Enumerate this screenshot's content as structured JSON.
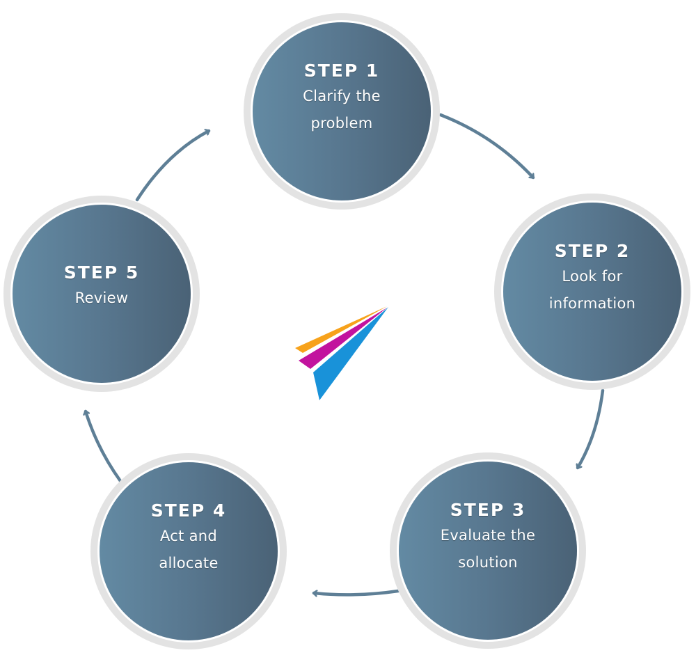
{
  "diagram": {
    "type": "cycle",
    "colors": {
      "circle_fill_start": "#638aa3",
      "circle_fill_end": "#4a6276",
      "ring": "#e3e3e3",
      "arrow": "#5e7f96",
      "text": "#ffffff",
      "logo_orange": "#f7a21b",
      "logo_magenta": "#c2139e",
      "logo_blue": "#1992d9"
    },
    "steps": [
      {
        "title": "STEP 1",
        "line1": "Clarify the",
        "line2": "problem"
      },
      {
        "title": "STEP 2",
        "line1": "Look for",
        "line2": "information"
      },
      {
        "title": "STEP 3",
        "line1": "Evaluate the",
        "line2": "solution"
      },
      {
        "title": "STEP 4",
        "line1": "Act and",
        "line2": "allocate"
      },
      {
        "title": "STEP 5",
        "line1": "Review",
        "line2": ""
      }
    ],
    "connections": [
      {
        "from": "STEP 1",
        "to": "STEP 2"
      },
      {
        "from": "STEP 2",
        "to": "STEP 3"
      },
      {
        "from": "STEP 3",
        "to": "STEP 4"
      },
      {
        "from": "STEP 4",
        "to": "STEP 5"
      },
      {
        "from": "STEP 5",
        "to": "STEP 1"
      }
    ],
    "center_logo": "paper-plane-logo"
  }
}
